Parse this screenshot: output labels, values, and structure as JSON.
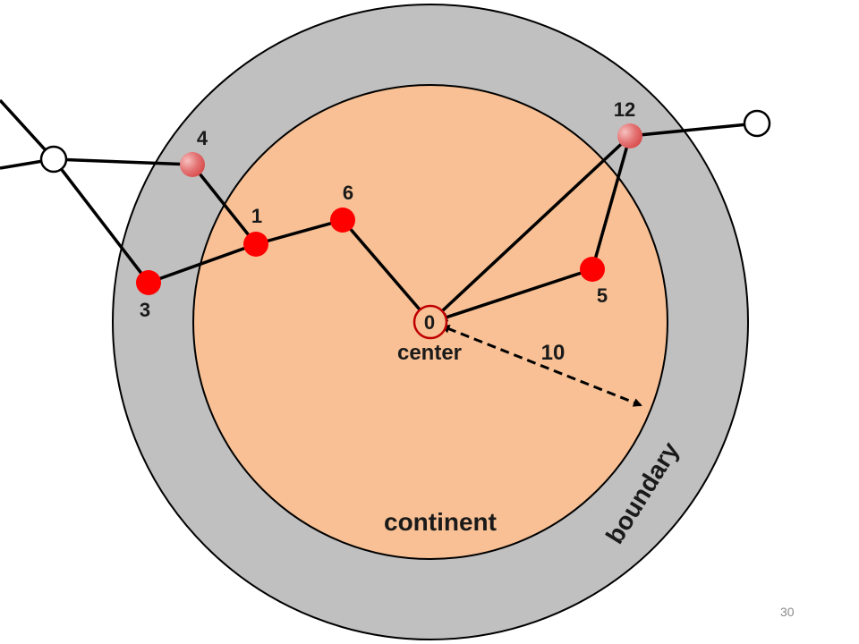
{
  "diagram": {
    "node_labels": {
      "n12": "12",
      "n4": "4",
      "n6": "6",
      "n1": "1",
      "n3": "3",
      "n5": "5",
      "n0": "0"
    },
    "center_label": "center",
    "radius_label": "10",
    "continent_label": "continent",
    "boundary_label": "boundary"
  },
  "footer": {
    "slide_number": "30"
  },
  "colors": {
    "boundary_ring": "#c0c0c0",
    "continent_fill": "#f8c094",
    "node_red": "#ff0000",
    "center_ring": "#c00000",
    "outline": "#000000"
  }
}
